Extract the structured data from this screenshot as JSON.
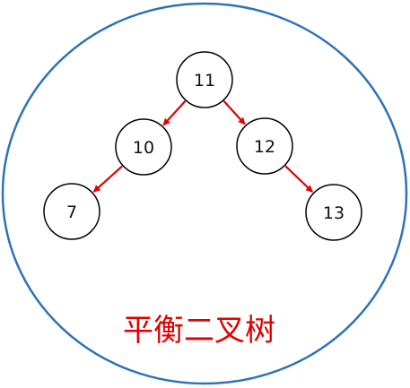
{
  "colors": {
    "outline": "#2f73b6",
    "edge": "#e00000",
    "title": "#e00000",
    "node_stroke": "#000000"
  },
  "diagram": {
    "title": "平衡二叉树",
    "nodes": [
      {
        "id": "n11",
        "label": "11"
      },
      {
        "id": "n10",
        "label": "10"
      },
      {
        "id": "n12",
        "label": "12"
      },
      {
        "id": "n7",
        "label": "7"
      },
      {
        "id": "n13",
        "label": "13"
      }
    ],
    "edges": [
      {
        "from": "n11",
        "to": "n10"
      },
      {
        "from": "n11",
        "to": "n12"
      },
      {
        "from": "n10",
        "to": "n7"
      },
      {
        "from": "n12",
        "to": "n13"
      }
    ]
  }
}
